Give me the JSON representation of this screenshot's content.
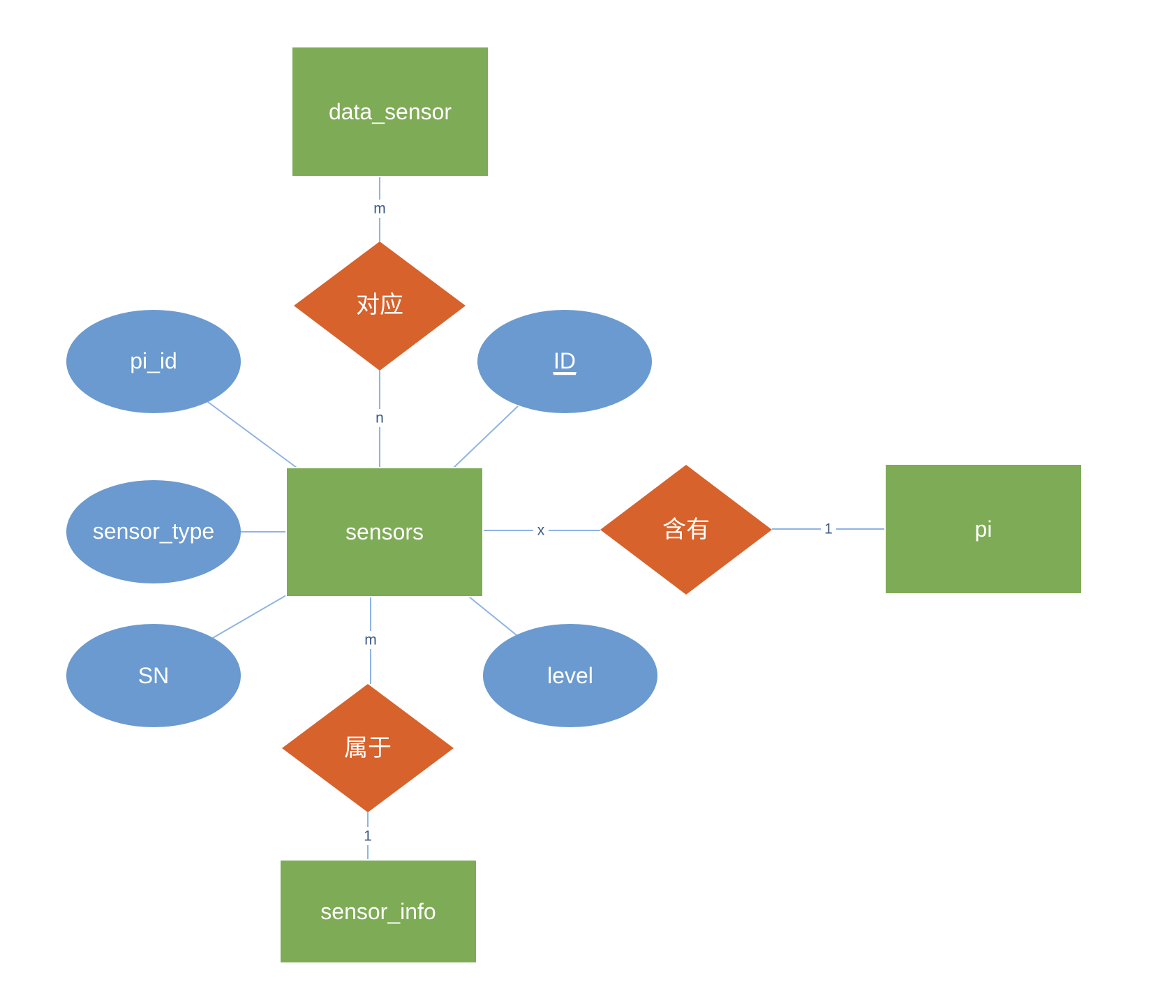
{
  "entities": {
    "data_sensor": "data_sensor",
    "sensors": "sensors",
    "pi": "pi",
    "sensor_info": "sensor_info"
  },
  "relationships": {
    "correspond": "对应",
    "contain": "含有",
    "belong": "属于"
  },
  "attributes": {
    "pi_id": "pi_id",
    "id": "ID",
    "sensor_type": "sensor_type",
    "sn": "SN",
    "level": "level"
  },
  "cardinalities": {
    "data_sensor_side": "m",
    "sensors_correspond_side": "n",
    "sensors_contain_side": "x",
    "pi_side": "1",
    "sensors_belong_side": "m",
    "sensor_info_side": "1"
  },
  "colors": {
    "entity": "#7eab55",
    "relationship": "#d7622b",
    "attribute": "#6a9acf",
    "connector": "#8eb4e3",
    "cardinality_text": "#3a5a86"
  }
}
